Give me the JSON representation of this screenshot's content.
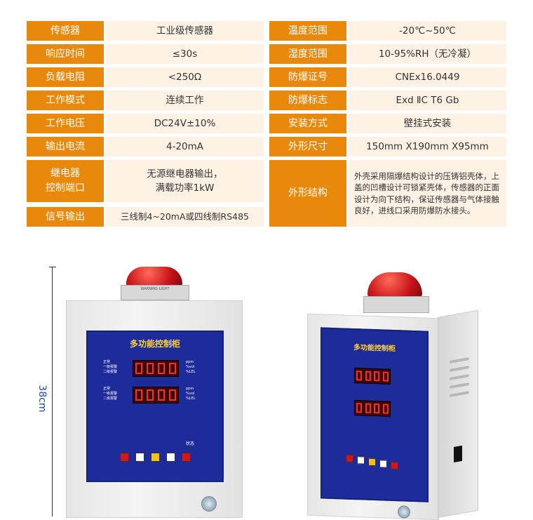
{
  "specs": {
    "left": [
      {
        "label": "传感器",
        "value": "工业级传感器"
      },
      {
        "label": "响应时间",
        "value": "≤30s"
      },
      {
        "label": "负载电阻",
        "value": "<250Ω"
      },
      {
        "label": "工作模式",
        "value": "连续工作"
      },
      {
        "label": "工作电压",
        "value": "DC24V±10%"
      },
      {
        "label": "输出电流",
        "value": "4-20mA"
      },
      {
        "label": "继电器\n控制端口",
        "value": "无源继电器输出，\n满载功率1kW"
      },
      {
        "label": "信号输出",
        "value": "三线制4~20mA或四线制RS485"
      }
    ],
    "right": [
      {
        "label": "温度范围",
        "value": "-20℃~50℃"
      },
      {
        "label": "湿度范围",
        "value": "10-95%RH（无冷凝）"
      },
      {
        "label": "防爆证号",
        "value": "CNEx16.0449"
      },
      {
        "label": "防爆标志",
        "value": "Exd ⅡC T6 Gb"
      },
      {
        "label": "安装方式",
        "value": "壁挂式安装"
      },
      {
        "label": "外形尺寸",
        "value": "150mm X190mm X95mm"
      },
      {
        "label": "外形结构",
        "value": "外壳采用隔爆结构设计的压铸铝壳体，上盖的凹槽设计可锁紧壳体，传感器的正面设计为向下结构，保证传感器与气体接触良好，进线口采用防爆防水接头。"
      }
    ]
  },
  "product": {
    "dimension": "38cm",
    "panel_title": "多功能控制柜",
    "lamp_label": "WARNING LIGHT",
    "status_label": "状态",
    "alarm_labels": [
      "正常",
      "一级报警",
      "二级报警"
    ],
    "unit_labels": [
      "ppm",
      "%vol",
      "%LEL"
    ]
  },
  "colors": {
    "label_bg": "#e8890c",
    "value_bg": "#fdf2e3",
    "panel": "#1e2b9a"
  }
}
